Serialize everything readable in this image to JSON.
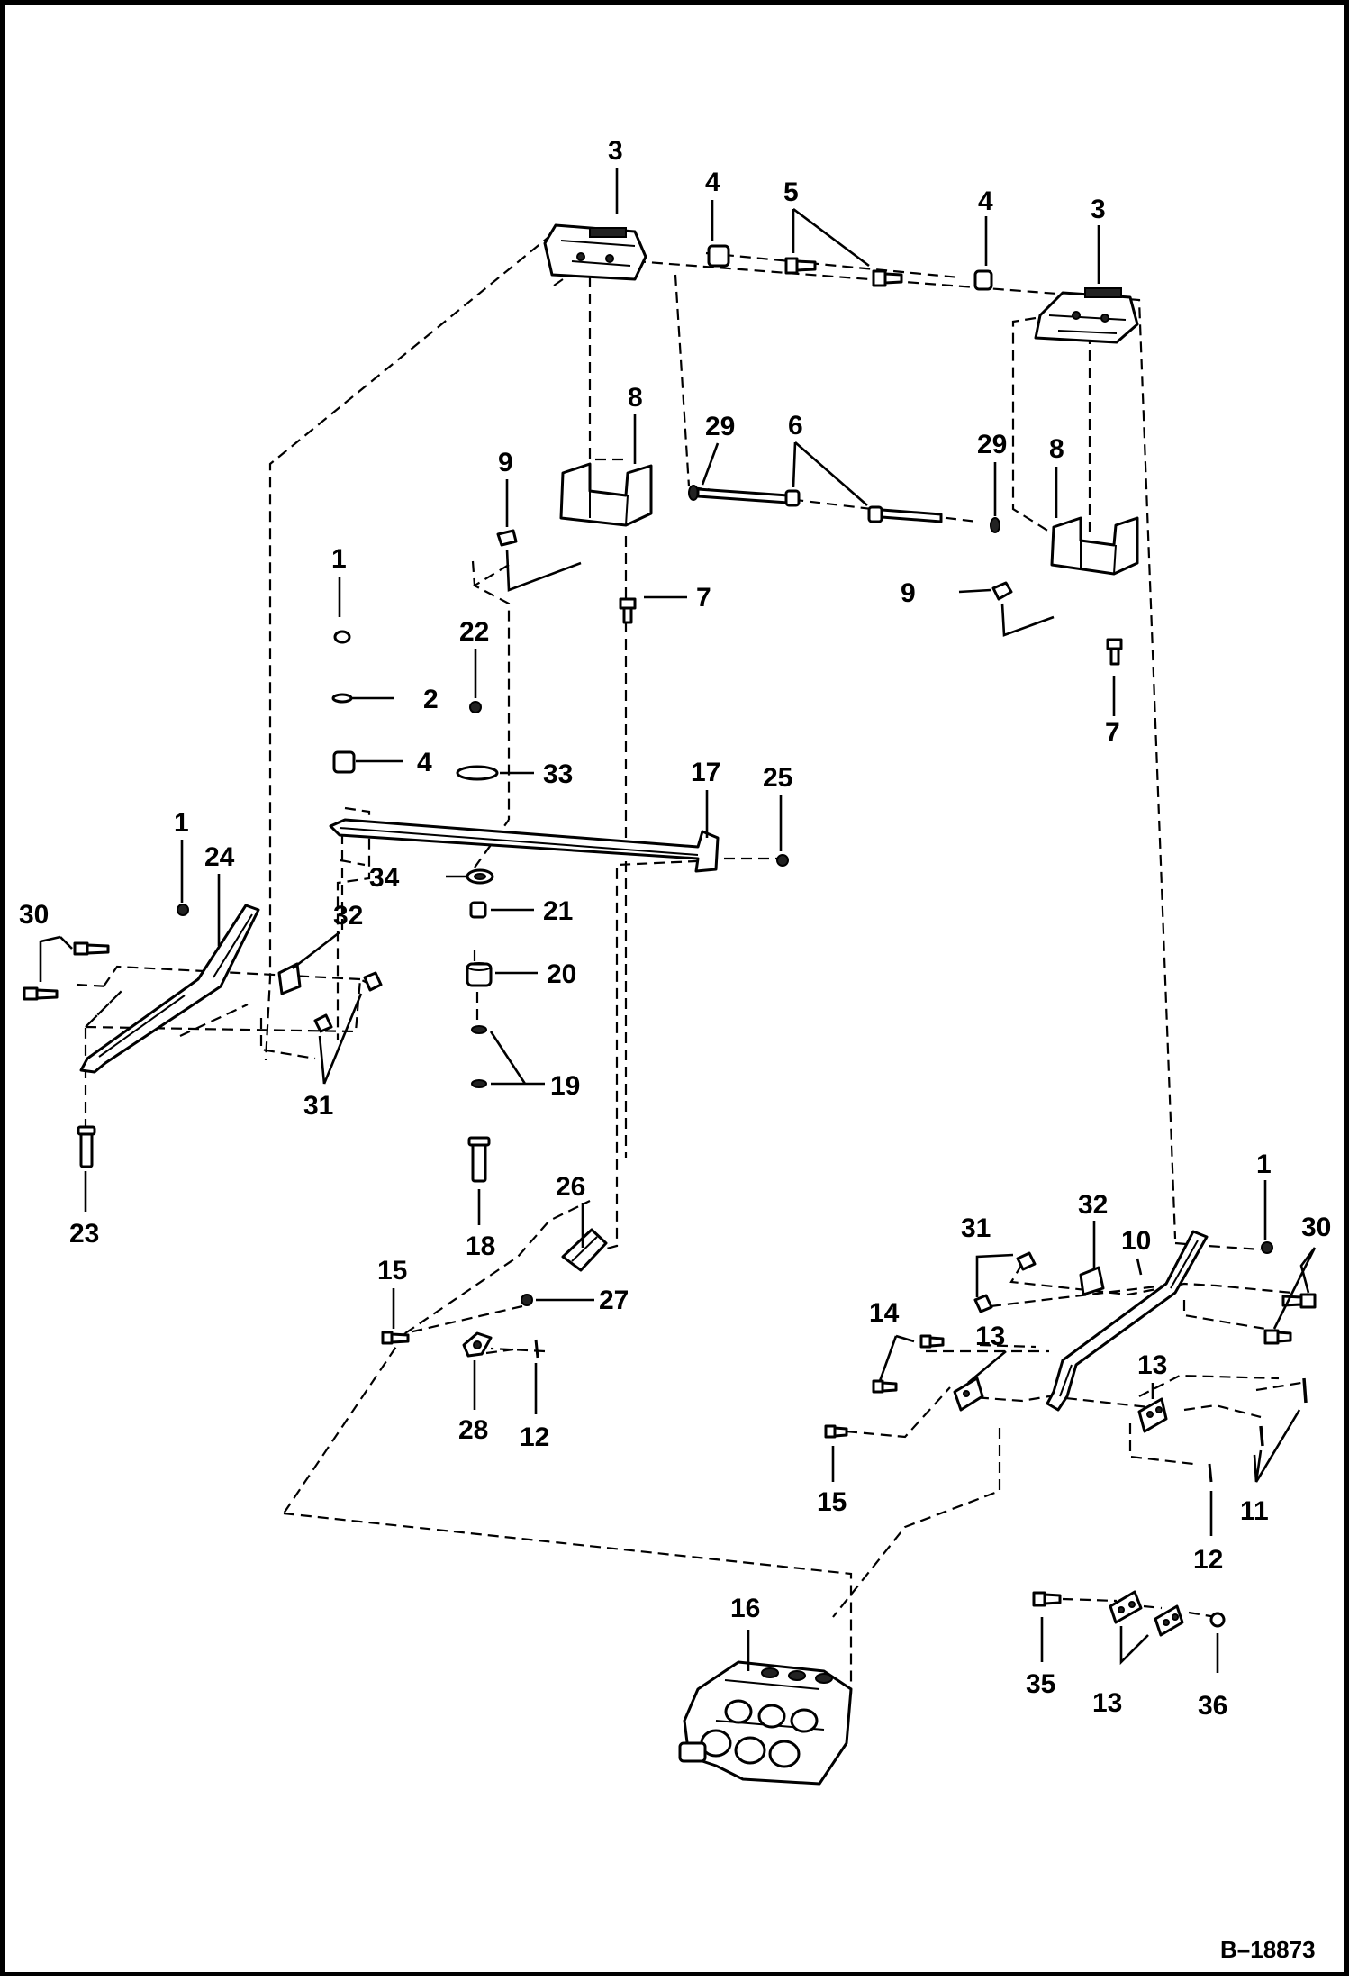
{
  "drawing_number": "B–18873",
  "callouts": {
    "c3a": "3",
    "c3b": "3",
    "c4a": "4",
    "c4b": "4",
    "c4c": "4",
    "c5": "5",
    "c6": "6",
    "c29a": "29",
    "c29b": "29",
    "c8a": "8",
    "c8b": "8",
    "c9a": "9",
    "c9b": "9",
    "c7a": "7",
    "c7b": "7",
    "c1a": "1",
    "c1b": "1",
    "c1c": "1",
    "c2": "2",
    "c22": "22",
    "c33": "33",
    "c17": "17",
    "c25": "25",
    "c24": "24",
    "c34": "34",
    "c21": "21",
    "c20": "20",
    "c19": "19",
    "c18": "18",
    "c30a": "30",
    "c30b": "30",
    "c32a": "32",
    "c32b": "32",
    "c31a": "31",
    "c31b": "31",
    "c23": "23",
    "c26": "26",
    "c27": "27",
    "c15a": "15",
    "c15b": "15",
    "c28": "28",
    "c12a": "12",
    "c12b": "12",
    "c10": "10",
    "c14": "14",
    "c13a": "13",
    "c13b": "13",
    "c13c": "13",
    "c11": "11",
    "c16": "16",
    "c35": "35",
    "c36": "36"
  }
}
